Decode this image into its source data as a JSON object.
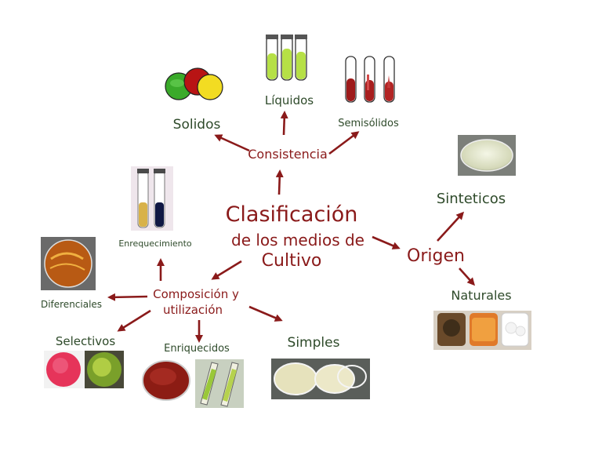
{
  "diagram": {
    "center_line1": "Clasificación",
    "center_line2": "de los medios de",
    "center_line3": "Cultivo",
    "consistencia": "Consistencia",
    "solidos": "Solidos",
    "liquidos": "Líquidos",
    "semisolidos": "Semisólidos",
    "origen": "Origen",
    "sinteticos": "Sinteticos",
    "naturales": "Naturales",
    "composicion_line1": "Composición y",
    "composicion_line2": "utilización",
    "enriquecimiento": "Enrequecimiento",
    "diferenciales": "Diferenciales",
    "selectivos": "Selectivos",
    "enriquecidos": "Enriquecidos",
    "simples": "Simples"
  },
  "colors": {
    "arrow": "#8a1a1a",
    "label_dark_red": "#8a1a1a",
    "label_green": "#2e4a2a"
  },
  "icons": [
    "petri-dishes-icon",
    "liquid-tubes-icon",
    "semisolid-tubes-icon",
    "synthetic-dish-icon",
    "natural-media-icon",
    "enrichment-tubes-icon",
    "differential-dish-icon",
    "selective-dishes-icon",
    "enriched-media-icon",
    "simple-dishes-icon"
  ]
}
